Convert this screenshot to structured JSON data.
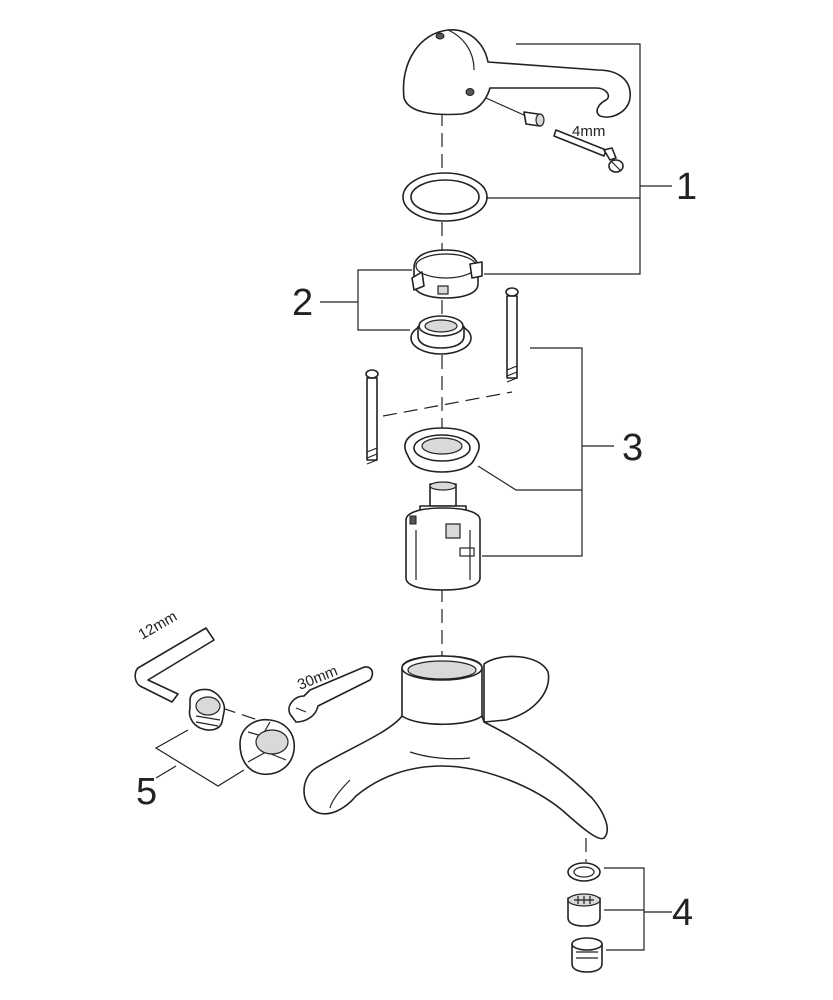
{
  "callouts": {
    "c1": "1",
    "c2": "2",
    "c3": "3",
    "c4": "4",
    "c5": "5"
  },
  "tools": {
    "hex_key_small": "4mm",
    "hex_key_large": "12mm",
    "wrench": "30mm"
  }
}
